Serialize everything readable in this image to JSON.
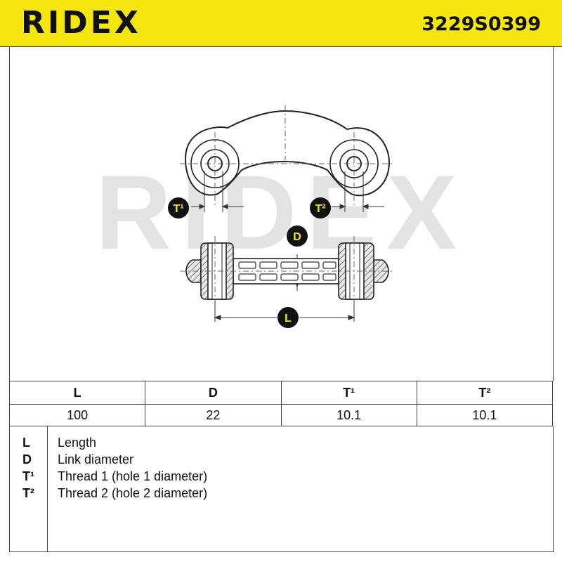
{
  "header": {
    "brand": "RIDEX",
    "part_number": "3229S0399"
  },
  "diagram": {
    "watermark": "RIDEX",
    "callouts": {
      "t1": "T¹",
      "t2": "T²",
      "d": "D",
      "l": "L"
    }
  },
  "specs": {
    "headers": [
      "L",
      "D",
      "T¹",
      "T²"
    ],
    "values": [
      "100",
      "22",
      "10.1",
      "10.1"
    ]
  },
  "legend": [
    {
      "symbol": "L",
      "description": "Length"
    },
    {
      "symbol": "D",
      "description": "Link diameter"
    },
    {
      "symbol": "T¹",
      "description": "Thread 1 (hole 1 diameter)"
    },
    {
      "symbol": "T²",
      "description": "Thread 2 (hole 2 diameter)"
    }
  ],
  "colors": {
    "brand_yellow": "#f6e60f",
    "callout_fill": "#111111",
    "callout_text": "#f6e60f",
    "watermark": "#e3e3e3"
  }
}
